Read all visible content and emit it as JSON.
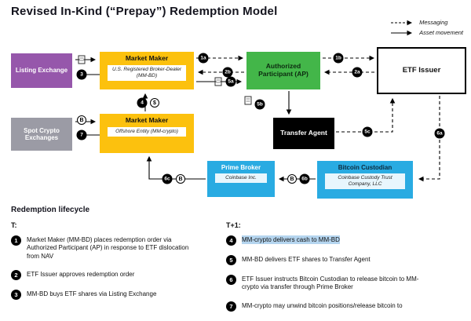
{
  "title": "Revised In-Kind (“Prepay”) Redemption Model",
  "legend": {
    "messaging": "Messaging",
    "asset": "Asset movement"
  },
  "icons": {
    "dollar": "$",
    "bitcoin": "B"
  },
  "diagram": {
    "boxes": {
      "listing_exchange": {
        "title": "Listing Exchange"
      },
      "mm_bd": {
        "title": "Market Maker",
        "subtitle": "U.S. Registered Broker-Dealer (MM-BD)"
      },
      "ap": {
        "title": "Authorized Participant (AP)"
      },
      "etf_issuer": {
        "title": "ETF Issuer"
      },
      "spot_crypto": {
        "title": "Spot Crypto Exchanges"
      },
      "mm_crypto": {
        "title": "Market Maker",
        "subtitle": "Offshore Entity (MM-crypto)"
      },
      "transfer_agent": {
        "title": "Transfer Agent"
      },
      "prime_broker": {
        "title": "Prime Broker",
        "subtitle": "Coinbase Inc."
      },
      "bitcoin_custodian": {
        "title": "Bitcoin Custodian",
        "subtitle": "Coinbase Custody Trust Company, LLC"
      }
    },
    "badges": {
      "b1a": "1a",
      "b1b": "1b",
      "b2a": "2a",
      "b2b": "2b",
      "b3": "3",
      "b4": "4",
      "b5a": "5a",
      "b5b": "5b",
      "b5c": "5c",
      "b6a": "6a",
      "b6b": "6b",
      "b6c": "6c",
      "b7": "7"
    }
  },
  "lifecycle": {
    "heading": "Redemption lifecycle",
    "t_label": "T:",
    "t1_label": "T+1:",
    "t_items": [
      {
        "num": "1",
        "text": "Market Maker (MM-BD) places redemption order via Authorized Participant (AP) in response to ETF dislocation from NAV"
      },
      {
        "num": "2",
        "text": "ETF Issuer approves redemption order"
      },
      {
        "num": "3",
        "text": "MM-BD buys ETF shares via Listing Exchange"
      }
    ],
    "t1_items": [
      {
        "num": "4",
        "text": "MM-crypto delivers cash to MM-BD"
      },
      {
        "num": "5",
        "text": "MM-BD delivers ETF shares to Transfer Agent"
      },
      {
        "num": "6",
        "text": "ETF Issuer instructs Bitcoin Custodian to release bitcoin to MM-crypto via transfer through Prime Broker"
      },
      {
        "num": "7",
        "text": "MM-crypto may unwind bitcoin positions/release bitcoin to"
      }
    ]
  }
}
